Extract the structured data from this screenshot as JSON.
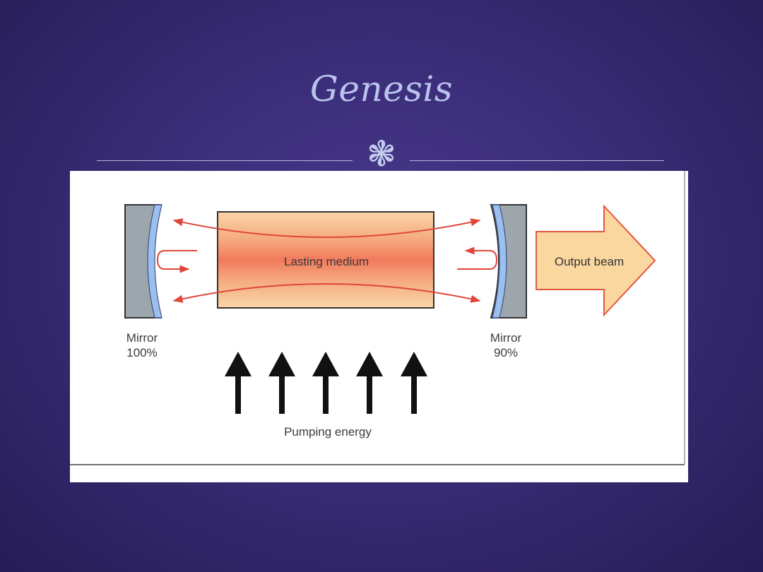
{
  "slide": {
    "title": "Genesis",
    "ornament": "❃"
  },
  "diagram": {
    "medium_label": "Lasting medium",
    "output_label": "Output beam",
    "mirror_left": {
      "name": "Mirror",
      "reflectivity": "100%"
    },
    "mirror_right": {
      "name": "Mirror",
      "reflectivity": "90%"
    },
    "pump_label": "Pumping energy",
    "colors": {
      "arrow_red": "#e0463a",
      "mirror_gray": "#9ea6ad",
      "mirror_blue": "#9cc0ee",
      "medium_edge": "#f6c598",
      "medium_core": "#f27a5c",
      "output_fill": "#fbd7a0",
      "output_stroke": "#e4573e",
      "pump_arrow": "#111111"
    }
  }
}
